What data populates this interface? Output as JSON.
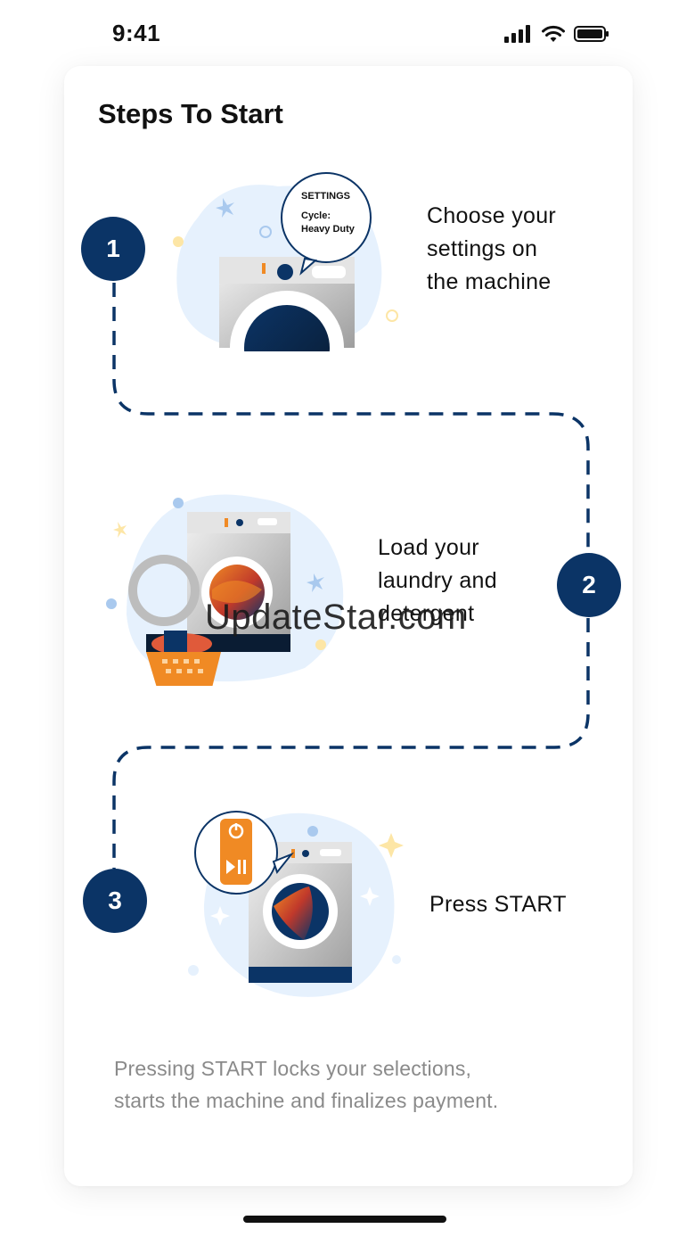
{
  "status": {
    "time": "9:41"
  },
  "title": "Steps To Start",
  "steps": [
    {
      "number": "1",
      "text_lines": [
        "Choose your",
        "settings on",
        "the machine"
      ]
    },
    {
      "number": "2",
      "text_lines": [
        "Load your",
        "laundry and",
        "detergent"
      ]
    },
    {
      "number": "3",
      "text_lines": [
        "Press START"
      ]
    }
  ],
  "bubble": {
    "heading": "SETTINGS",
    "line1": "Cycle:",
    "line2": "Heavy Duty"
  },
  "footer_lines": [
    "Pressing START locks your selections,",
    "starts the machine and finalizes payment."
  ],
  "watermark": "UpdateStar.com",
  "colors": {
    "primary": "#0b3466",
    "blob": "#e6f1fd",
    "accent_orange": "#f08a24",
    "muted_text": "#8a8a8a"
  }
}
